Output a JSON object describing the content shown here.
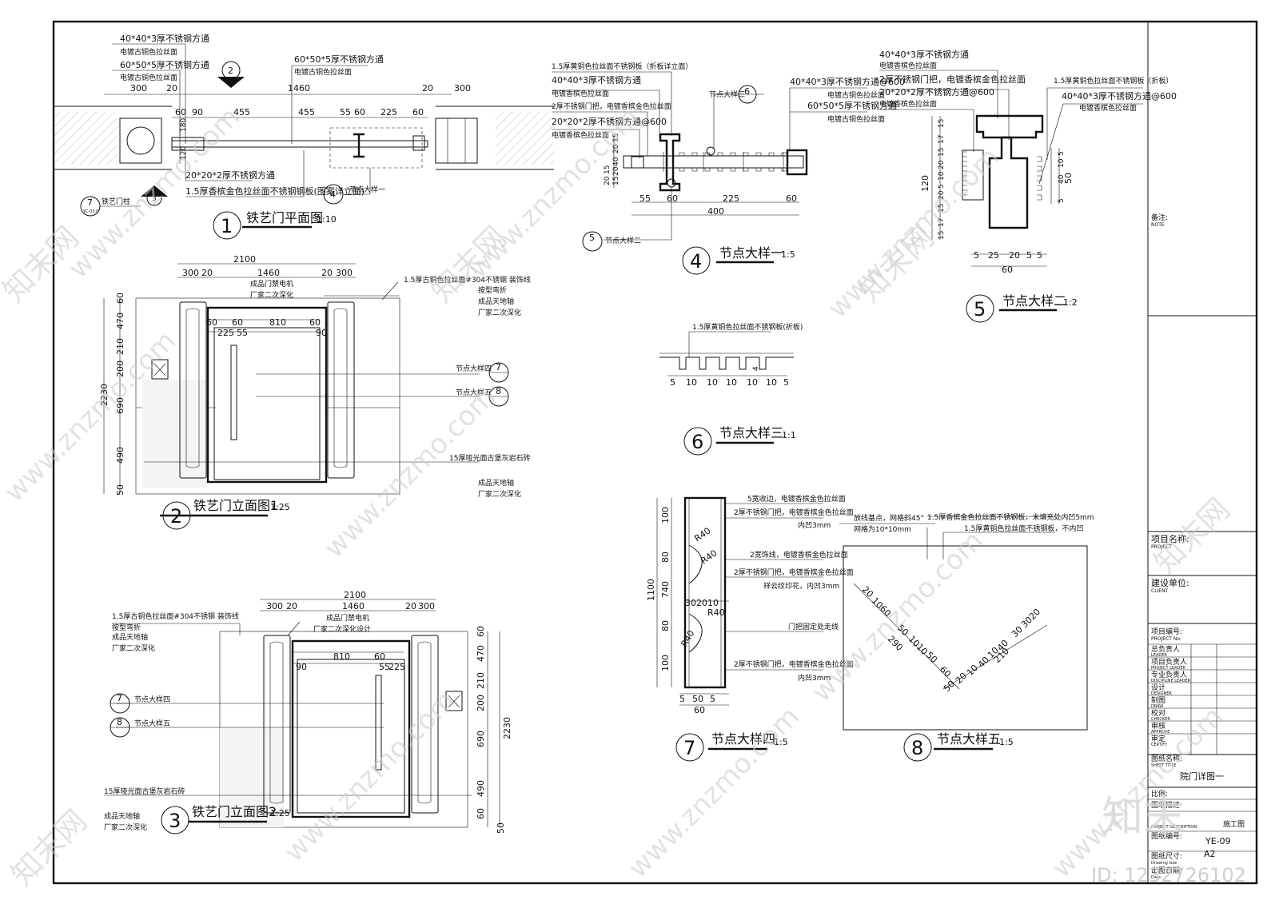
{
  "plan": {
    "num": "1",
    "title": "铁艺门平面图",
    "scale": "1:10",
    "labels": [
      "40*40*3厚不锈钢方通",
      "电镀古铜色拉丝面",
      "60*50*5厚不锈钢方通",
      "电镀古铜色拉丝面",
      "60*50*5厚不锈钢方通",
      "电镀古铜色拉丝面",
      "20*20*2厚不锈钢方通",
      "1.5厚香槟金色拉丝面不锈钢钢板(图案详立面)",
      "铁艺门柱"
    ],
    "dims_top": [
      "300",
      "20",
      "1460",
      "20",
      "300"
    ],
    "dims_mid": [
      "60",
      "90",
      "455",
      "455",
      "55",
      "60",
      "225",
      "60"
    ],
    "dims_vert": [
      "180",
      "120"
    ],
    "refs": [
      {
        "num": "2",
        "sub": ""
      },
      {
        "num": "3",
        "sub": ""
      },
      {
        "num": "4",
        "sub": "节点大样一"
      },
      {
        "num": "7",
        "sub": "YC-03.0"
      }
    ]
  },
  "detail1": {
    "num": "4",
    "title": "节点大样一",
    "scale": "1:5",
    "labels": [
      "1.5厚黄铜色拉丝面不锈钢板（折板详立面）",
      "40*40*3厚不锈钢方通",
      "电镀香槟色拉丝面",
      "2厚不锈钢门把，电镀香槟金色拉丝面",
      "20*20*2厚不锈钢方通@600",
      "电镀香槟色拉丝面",
      "40*40*3厚不锈钢方通@600",
      "电镀古铜色拉丝面",
      "60*50*5厚不锈钢方通",
      "电镀古铜色拉丝面",
      "节点大样三",
      "节点大样二"
    ],
    "dims_h": [
      "55",
      "60",
      "225",
      "60",
      "400"
    ],
    "dims_v": [
      "15",
      "20",
      "40",
      "20",
      "15",
      "20",
      "15"
    ],
    "refs": [
      {
        "num": "6"
      },
      {
        "num": "5"
      }
    ]
  },
  "detail2": {
    "num": "5",
    "title": "节点大样二",
    "scale": "1:2",
    "labels": [
      "40*40*3厚不锈钢方通",
      "电镀香槟色拉丝面",
      "2厚不锈钢门把，电镀香槟金色拉丝面",
      "20*20*2厚不锈钢方通@600",
      "电镀香槟色拉丝面",
      "1.5厚黄铜色拉丝面不锈钢板（折板）",
      "40*40*3厚不锈钢方通@600",
      "电镀香槟色拉丝面"
    ],
    "dims_h": [
      "5",
      "25",
      "20",
      "5",
      "5",
      "60"
    ],
    "dims_v_left": [
      "15",
      "17",
      "15",
      "20",
      "10",
      "5",
      "20",
      "15",
      "17",
      "15"
    ],
    "dims_v_total": "120",
    "dims_v_right": [
      "5",
      "10",
      "40",
      "50",
      "5"
    ]
  },
  "detail3": {
    "num": "6",
    "title": "节点大样三",
    "scale": "1:1",
    "label": "1.5厚黄铜色拉丝面不锈钢板(折板)",
    "dims": [
      "5",
      "10",
      "10",
      "10",
      "10",
      "10",
      "5"
    ],
    "dim_v": "4"
  },
  "elev1": {
    "num": "2",
    "title": "铁艺门立面图1",
    "scale": "1:25",
    "dims_top": [
      "2100",
      "300",
      "20",
      "1460",
      "20",
      "300"
    ],
    "dims_inner": [
      "60",
      "60",
      "810",
      "60",
      "90",
      "225",
      "55"
    ],
    "dims_v": [
      "60",
      "470",
      "210",
      "200",
      "690",
      "490",
      "50"
    ],
    "dim_total": "2230",
    "labels": [
      "1.5厚古铜色拉丝面#304不锈钢 装饰线",
      "成品门禁电机",
      "按型弯折",
      "成品天地轴",
      "厂家二次深化",
      "厂家二次深化",
      "节点大样四",
      "节点大样五",
      "15厚哑光面古堡灰岩石砖",
      "成品天地轴",
      "厂家二次深化"
    ],
    "refs": [
      {
        "num": "7"
      },
      {
        "num": "8"
      }
    ]
  },
  "elev2": {
    "num": "3",
    "title": "铁艺门立面图2",
    "scale": "1:25",
    "dims_top": [
      "2100",
      "300",
      "20",
      "1460",
      "20",
      "300"
    ],
    "dims_inner": [
      "810",
      "60",
      "90",
      "55",
      "225"
    ],
    "dims_v": [
      "60",
      "470",
      "210",
      "200",
      "690",
      "490",
      "60",
      "50"
    ],
    "dim_total": "2230",
    "labels": [
      "1.5厚古铜色拉丝面#304不锈钢 装饰线",
      "成品门禁电机",
      "按型弯折",
      "厂家二次深化设计",
      "成品天地轴",
      "厂家二次深化",
      "节点大样四",
      "节点大样五",
      "15厚哑光面古堡灰岩石砖",
      "成品天地轴",
      "厂家二次深化"
    ],
    "refs": [
      {
        "num": "7"
      },
      {
        "num": "8"
      }
    ]
  },
  "detail4": {
    "num": "7",
    "title": "节点大样四",
    "scale": "1:5",
    "labels": [
      "5宽收边，电镀香槟金色拉丝面",
      "2厚不锈钢门把，电镀香槟金色拉丝面",
      "内凹3mm",
      "2宽饰线，电镀香槟金色拉丝面",
      "2厚不锈钢门把，电镀香槟金色拉丝面",
      "祥云纹印花，内凹3mm",
      "门把固定处走线",
      "2厚不锈钢门把，电镀香槟金色拉丝面",
      "内凹3mm"
    ],
    "dims_v": [
      "100",
      "80",
      "740",
      "80",
      "100"
    ],
    "dim_total": "1100",
    "dims_h": [
      "5",
      "50",
      "5",
      "60"
    ],
    "dims_inner": [
      "30",
      "20",
      "10"
    ],
    "radii": [
      "R40",
      "R40",
      "R40",
      "R40"
    ]
  },
  "detail5": {
    "num": "8",
    "title": "节点大样五",
    "scale": "1:5",
    "labels": [
      "放线基点，网格斜45°",
      "网格为10*10mm",
      "1.5厚香槟金色拉丝面不锈钢板，未填充处内凹5mm",
      "1.5厚黄铜色拉丝面不锈钢板，不内凹"
    ],
    "dims_a": [
      "20",
      "10",
      "60",
      "50",
      "10",
      "10",
      "50",
      "60",
      "290"
    ],
    "dims_b": [
      "40",
      "10",
      "40",
      "30",
      "20",
      "210",
      "10",
      "20",
      "50",
      "30"
    ]
  },
  "titleblock": {
    "note_label": "备注:",
    "note_en": "NOTE",
    "project_label": "项目名称:",
    "project_en": "PROJECT",
    "client_label": "建设单位:",
    "client_en": "CLIENT",
    "projno_label": "项目编号:",
    "projno_en": "PROJECT No.",
    "rows": [
      {
        "cn": "总负责人",
        "en": "LEADER"
      },
      {
        "cn": "项目负责人",
        "en": "PROJECT LEADER"
      },
      {
        "cn": "专业负责人",
        "en": "DISCIPLINE LEADER"
      },
      {
        "cn": "设计",
        "en": "DESIGNER"
      },
      {
        "cn": "制图",
        "en": "DRAW"
      },
      {
        "cn": "校对",
        "en": "CHECKER"
      },
      {
        "cn": "审核",
        "en": "APPROVE"
      },
      {
        "cn": "审定",
        "en": "CERTIFY"
      }
    ],
    "sheet_title_label": "图纸名称:",
    "sheet_title_en": "SHEET TITLE",
    "sheet_title": "院门详图一",
    "scale_label": "比例:",
    "desc_label": "图纸描述",
    "desc_en": "PROJECT DESCRIPTION",
    "desc_value": "施工图",
    "num_label": "图纸编号:",
    "num_value": "YE-09",
    "size_label": "图纸尺寸:",
    "size_en": "Drawing size",
    "size_value": "A2",
    "date_label": "出图日期:",
    "date_en": "Date"
  },
  "watermarks": {
    "site": "www.znzmo.com",
    "brand": "知末网",
    "logo": "知末",
    "id": "ID: 1232726102"
  }
}
